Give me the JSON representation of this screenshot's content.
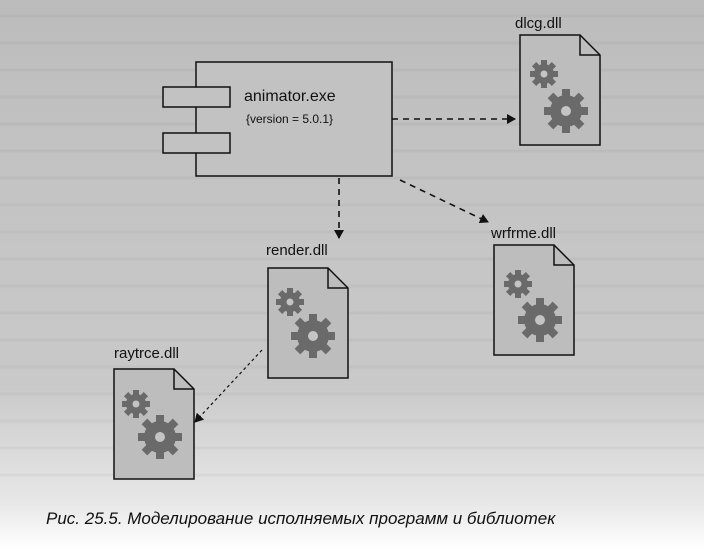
{
  "diagram": {
    "component": {
      "name": "animator.exe",
      "tagged_value": "{version = 5.0.1}"
    },
    "files": {
      "dlcg": "dlcg.dll",
      "wrfrme": "wrfrme.dll",
      "render": "render.dll",
      "raytrce": "raytrce.dll"
    }
  },
  "caption": "Рис. 25.5. Моделирование исполняемых программ и библиотек"
}
